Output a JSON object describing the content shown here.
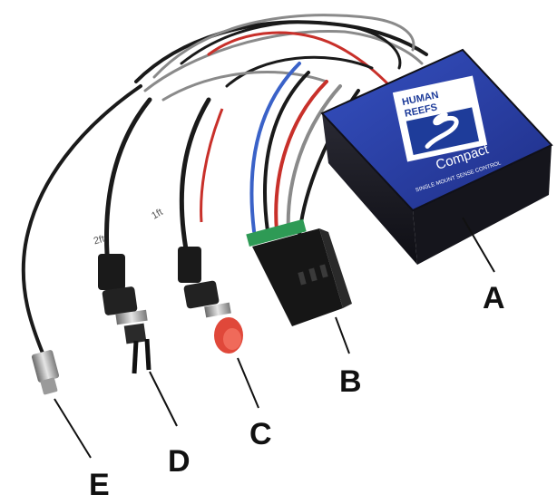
{
  "module": {
    "logo_line1": "HUMAN",
    "logo_line2": "REEFS",
    "product_name": "Compact",
    "subtitle": "SINGLE MOUNT SENSE CONTROL",
    "colors": {
      "body": "#2a3fa8",
      "side": "#1a1a22",
      "logo_blue": "#1e3c9a"
    }
  },
  "wire_tags": {
    "tag_d": "2ft",
    "tag_c": "1ft"
  },
  "callouts": {
    "a": "A",
    "b": "B",
    "c": "C",
    "d": "D",
    "e": "E"
  },
  "colors": {
    "wire_black": "#1a1a1a",
    "wire_grey": "#8a8a8a",
    "wire_red": "#c8302a",
    "wire_blue": "#3a62c8",
    "button_red": "#e0483a",
    "connector_green": "#2e9a55"
  }
}
